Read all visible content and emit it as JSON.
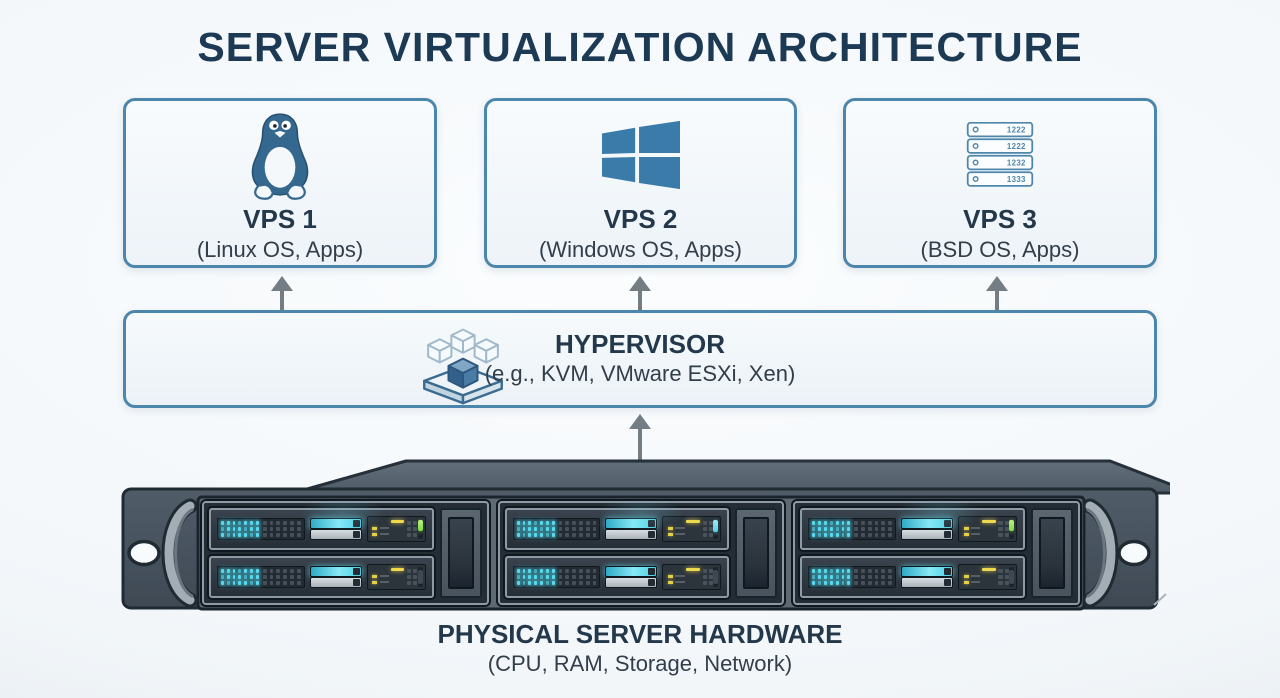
{
  "title": "SERVER VIRTUALIZATION ARCHITECTURE",
  "vps": [
    {
      "name": "VPS 1",
      "subtitle": "(Linux OS, Apps)",
      "icon": "linux-tux-icon"
    },
    {
      "name": "VPS 2",
      "subtitle": "(Windows OS, Apps)",
      "icon": "windows-logo-icon"
    },
    {
      "name": "VPS 3",
      "subtitle": "(BSD OS, Apps)",
      "icon": "server-stack-icon",
      "rack_rows": [
        "1222",
        "1222",
        "1232",
        "1333"
      ]
    }
  ],
  "hypervisor": {
    "name": "HYPERVISOR",
    "subtitle": "(e.g., KVM, VMware ESXi, Xen)",
    "icon": "virtualization-cubes-icon"
  },
  "hardware": {
    "label": "PHYSICAL SERVER HARDWARE",
    "subtitle": "(CPU, RAM, Storage, Network)",
    "bays": {
      "columns": 3,
      "rows": 2,
      "indicators": [
        [
          "green",
          "cyan",
          "green"
        ],
        [
          "dim",
          "dim",
          "dim"
        ]
      ]
    }
  },
  "colors": {
    "accent_border": "#4c86ab",
    "title_text": "#1d3a55",
    "body_text": "#333e49",
    "arrow": "#747c84",
    "icon_steel": "#35688e",
    "chassis_dark": "#49555f",
    "led_cyan": "#59d8ec",
    "led_yellow": "#e8d34f",
    "led_green": "#8be24d"
  }
}
